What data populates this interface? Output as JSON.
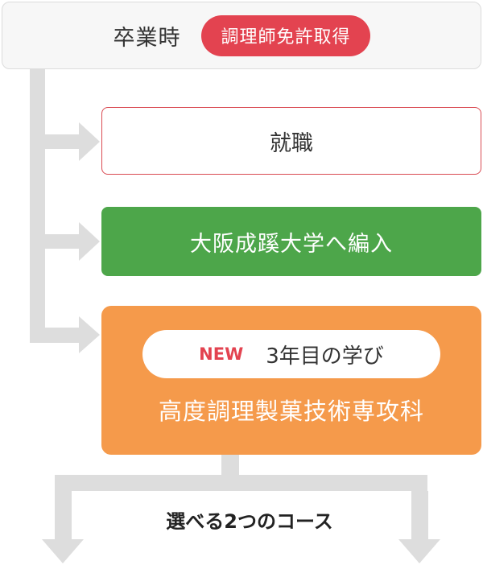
{
  "graduation": {
    "label": "卒業時",
    "badge": "調理師免許取得"
  },
  "paths": {
    "employment": "就職",
    "transfer": "大阪成蹊大学へ編入",
    "specialty": {
      "new_tag": "NEW",
      "sub_label": "3年目の学び",
      "name": "高度調理製菓技術専攻科"
    }
  },
  "footer": {
    "label": "選べる2つのコース"
  },
  "colors": {
    "connector": "#dddddd",
    "badge": "#e34350",
    "employment_border": "#d94a52",
    "transfer": "#4da64a",
    "specialty": "#f59a4b"
  }
}
